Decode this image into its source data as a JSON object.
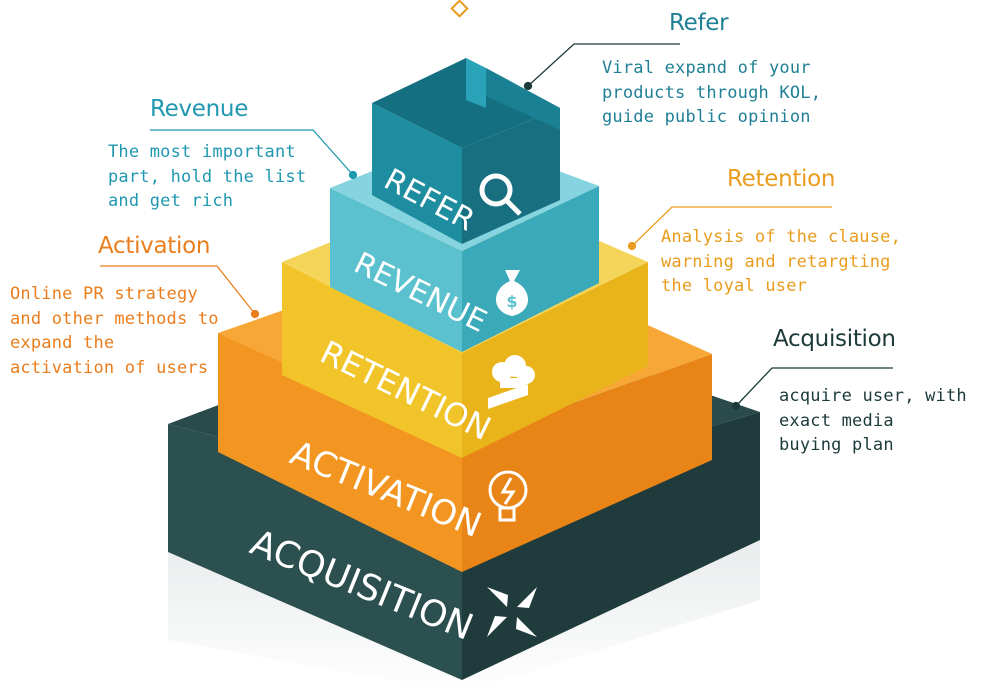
{
  "colors": {
    "acquisition": "#2c4f50",
    "activation": "#f39621",
    "retention": "#f1c52a",
    "revenue": "#5cc1cf",
    "refer": "#1f8da0",
    "acquisition_text": "#1c3a3a",
    "activation_text": "#ea7d1d",
    "retention_text": "#e99c1d",
    "revenue_text": "#1f98b0",
    "refer_text": "#1f7f95"
  },
  "pyramid": {
    "acquisition_label": "ACQUISITION",
    "activation_label": "ACTIVATION",
    "retention_label": "RETENTION",
    "revenue_label": "REVENUE",
    "refer_label": "REFER",
    "acquisition_icon": "arrows-converge-icon",
    "activation_icon": "lightbulb-lightning-icon",
    "retention_icon": "chef-hat-icon",
    "revenue_icon": "money-bag-icon",
    "refer_icon": "magnifier-icon"
  },
  "callouts": {
    "refer": {
      "title": "Refer",
      "lines": [
        "Viral expand of your",
        "products through KOL,",
        "guide public opinion"
      ]
    },
    "revenue": {
      "title": "Revenue",
      "lines": [
        "The most important",
        "part, hold the list",
        "and get rich"
      ]
    },
    "retention": {
      "title": "Retention",
      "lines": [
        "Analysis of the clause,",
        "warning and retargting",
        "the loyal user"
      ]
    },
    "activation": {
      "title": "Activation",
      "lines": [
        "Online PR strategy",
        "and other methods to",
        "expand the",
        "activation of users"
      ]
    },
    "acquisition": {
      "title": "Acquisition",
      "lines": [
        "acquire user, with",
        "exact media",
        "buying plan"
      ]
    }
  }
}
